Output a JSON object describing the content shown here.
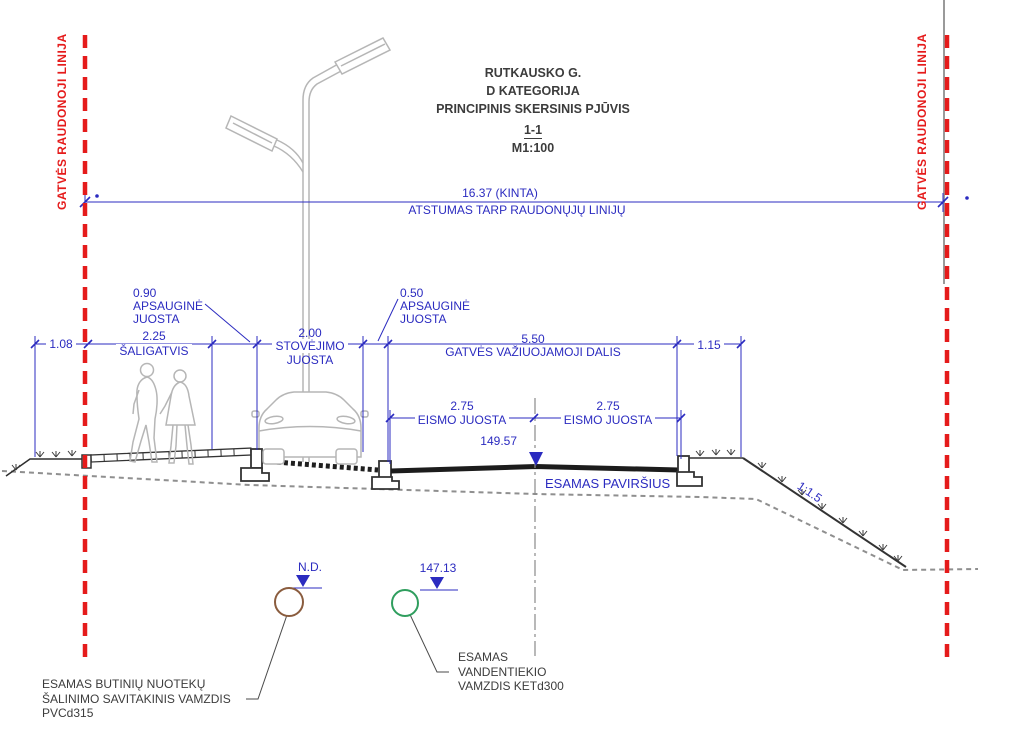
{
  "title": {
    "line1": "RUTKAUSKO G.",
    "line2": "D KATEGORIJA",
    "line3": "PRINCIPINIS SKERSINIS PJŪVIS",
    "section": "1-1",
    "scale": "M1:100"
  },
  "red_lines": {
    "left_label": "GATVĖS RAUDONOJI LINIJA",
    "right_label": "GATVĖS RAUDONOJI LINIJA"
  },
  "overall_dimension": {
    "value": "16.37 (KINTA)",
    "label": "ATSTUMAS TARP RAUDONŲJŲ LINIJŲ"
  },
  "dimensions": {
    "d1": {
      "value": "1.08"
    },
    "d2": {
      "value": "2.25",
      "label": "ŠALIGATVIS"
    },
    "d3": {
      "value": "0.90",
      "label1": "APSAUGINĖ",
      "label2": "JUOSTA"
    },
    "d4": {
      "value": "2.00",
      "label1": "STOVĖJIMO",
      "label2": "JUOSTA"
    },
    "d5": {
      "value": "0.50",
      "label1": "APSAUGINĖ",
      "label2": "JUOSTA"
    },
    "d6": {
      "value": "5.50",
      "label": "GATVĖS VAŽIUOJAMOJI DALIS"
    },
    "d7": {
      "value": "1.15"
    },
    "d8": {
      "value": "2.75",
      "label": "EISMO JUOSTA"
    },
    "d9": {
      "value": "2.75",
      "label": "EISMO JUOSTA"
    }
  },
  "levels": {
    "road_level": "149.57",
    "surface_label": "ESAMAS PAVIRŠIUS",
    "slope_ratio": "1:1.5",
    "sewage_level": "N.D.",
    "water_level": "147.13"
  },
  "notes": {
    "sewage": {
      "line1": "ESAMAS BUTINIŲ NUOTEKŲ",
      "line2": "ŠALINIMO SAVITAKINIS VAMZDIS",
      "line3": "PVCd315"
    },
    "water": {
      "line1": "ESAMAS",
      "line2": "VANDENTIEKIO",
      "line3": "VAMZDIS KETd300"
    }
  },
  "colors": {
    "dimension_blue": "#2b2bc0",
    "red_line": "#e51b1b",
    "drawing_gray": "#b6b6b6",
    "ground_dark": "#2e2e2e",
    "existing_surface_gray": "#8f8f8f",
    "sewage_brown": "#8a5c3e",
    "water_green": "#2f9e5e"
  }
}
